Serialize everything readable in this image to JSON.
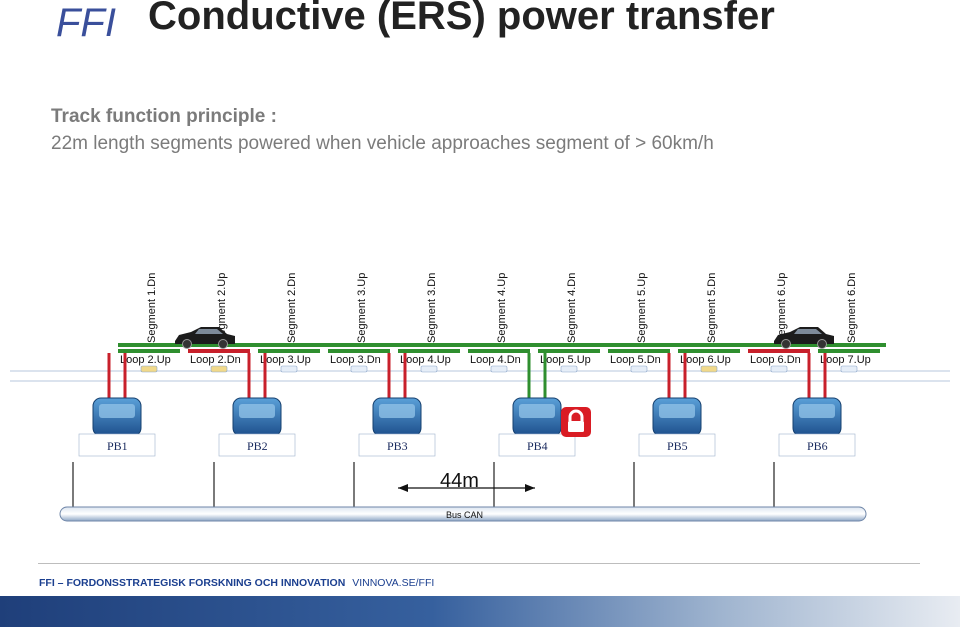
{
  "header": {
    "logo_text": "FFI",
    "title": "Conductive (ERS) power transfer"
  },
  "content": {
    "heading": "Track function principle :",
    "description": "22m length segments powered when vehicle approaches segment of > 60km/h"
  },
  "diagram": {
    "segments": [
      "Segment 1.Dn",
      "Segment 2.Up",
      "Segment 2.Dn",
      "Segment 3.Up",
      "Segment 3.Dn",
      "Segment 4.Up",
      "Segment 4.Dn",
      "Segment 5.Up",
      "Segment 5.Dn",
      "Segment 6.Up",
      "Segment 6.Dn"
    ],
    "loops": [
      "Loop 2.Up",
      "Loop 2.Dn",
      "Loop 3.Up",
      "Loop 3.Dn",
      "Loop 4.Up",
      "Loop 4.Dn",
      "Loop 5.Up",
      "Loop 5.Dn",
      "Loop 6.Up",
      "Loop 6.Dn",
      "Loop 7.Up"
    ],
    "power_boxes": [
      "PB1",
      "PB2",
      "PB3",
      "PB4",
      "PB5",
      "PB6"
    ],
    "distance": "44m",
    "bus_label": "Bus CAN",
    "colors": {
      "powered": "#2f8f2f",
      "unpowered": "#c8202b",
      "track": "#2f8f2f",
      "box": "#2b6fb0"
    }
  },
  "footer": {
    "org": "FFI",
    "dash": "–",
    "program": "FORDONSSTRATEGISK FORSKNING OCH INNOVATION",
    "site": "VINNOVA.SE/FFI"
  }
}
